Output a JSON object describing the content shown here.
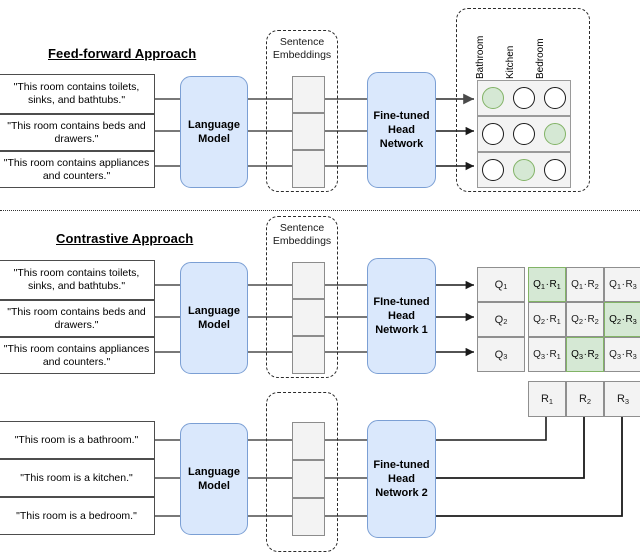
{
  "sections": {
    "feedforward": {
      "title": "Feed-forward Approach",
      "inputs": [
        "\"This room contains toilets, sinks, and bathtubs.\"",
        "\"This room contains beds and drawers.\"",
        "\"This room contains appliances and counters.\""
      ],
      "language_model": "Language\nModel",
      "language_model_line1": "Language",
      "language_model_line2": "Model",
      "embeddings_caption_line1": "Sentence",
      "embeddings_caption_line2": "Embeddings",
      "head_line1": "Fine-tuned",
      "head_line2": "Head",
      "head_line3": "Network",
      "output_columns": [
        "Bathroom",
        "Kitchen",
        "Bedroom"
      ],
      "predictions": [
        [
          true,
          false,
          false
        ],
        [
          false,
          false,
          true
        ],
        [
          false,
          true,
          false
        ]
      ]
    },
    "contrastive": {
      "title": "Contrastive Approach",
      "query_inputs": [
        "\"This room contains toilets, sinks, and bathtubs.\"",
        "\"This room contains beds and drawers.\"",
        "\"This room contains appliances and counters.\""
      ],
      "reference_inputs": [
        "\"This room is a bathroom.\"",
        "\"This room is a kitchen.\"",
        "\"This room is a bedroom.\""
      ],
      "language_model_line1": "Language",
      "language_model_line2": "Model",
      "embeddings_caption_line1": "Sentence",
      "embeddings_caption_line2": "Embeddings",
      "head1_line1": "FIne-tuned",
      "head1_line2": "Head",
      "head1_line3": "Network 1",
      "head2_line1": "Fine-tuned",
      "head2_line2": "Head",
      "head2_line3": "Network 2",
      "query_labels": [
        "Q",
        "Q",
        "Q"
      ],
      "query_subs": [
        "1",
        "2",
        "3"
      ],
      "reference_labels": [
        "R",
        "R",
        "R"
      ],
      "reference_subs": [
        "1",
        "2",
        "3"
      ],
      "similarity_matrix": [
        [
          {
            "q": "Q",
            "qs": "1",
            "r": "R",
            "rs": "1",
            "highlight": true
          },
          {
            "q": "Q",
            "qs": "1",
            "r": "R",
            "rs": "2",
            "highlight": false
          },
          {
            "q": "Q",
            "qs": "1",
            "r": "R",
            "rs": "3",
            "highlight": false
          }
        ],
        [
          {
            "q": "Q",
            "qs": "2",
            "r": "R",
            "rs": "1",
            "highlight": false
          },
          {
            "q": "Q",
            "qs": "2",
            "r": "R",
            "rs": "2",
            "highlight": false
          },
          {
            "q": "Q",
            "qs": "2",
            "r": "R",
            "rs": "3",
            "highlight": true
          }
        ],
        [
          {
            "q": "Q",
            "qs": "3",
            "r": "R",
            "rs": "1",
            "highlight": false
          },
          {
            "q": "Q",
            "qs": "3",
            "r": "R",
            "rs": "2",
            "highlight": true
          },
          {
            "q": "Q",
            "qs": "3",
            "r": "R",
            "rs": "3",
            "highlight": false
          }
        ]
      ]
    }
  },
  "colors": {
    "block_blue_fill": "#dae8fc",
    "block_blue_border": "#7b9fd4",
    "highlight_green_fill": "#d5e8d4",
    "highlight_green_border": "#82b366",
    "cell_gray_fill": "#f3f3f3",
    "line_gray": "#4d4d4d"
  }
}
